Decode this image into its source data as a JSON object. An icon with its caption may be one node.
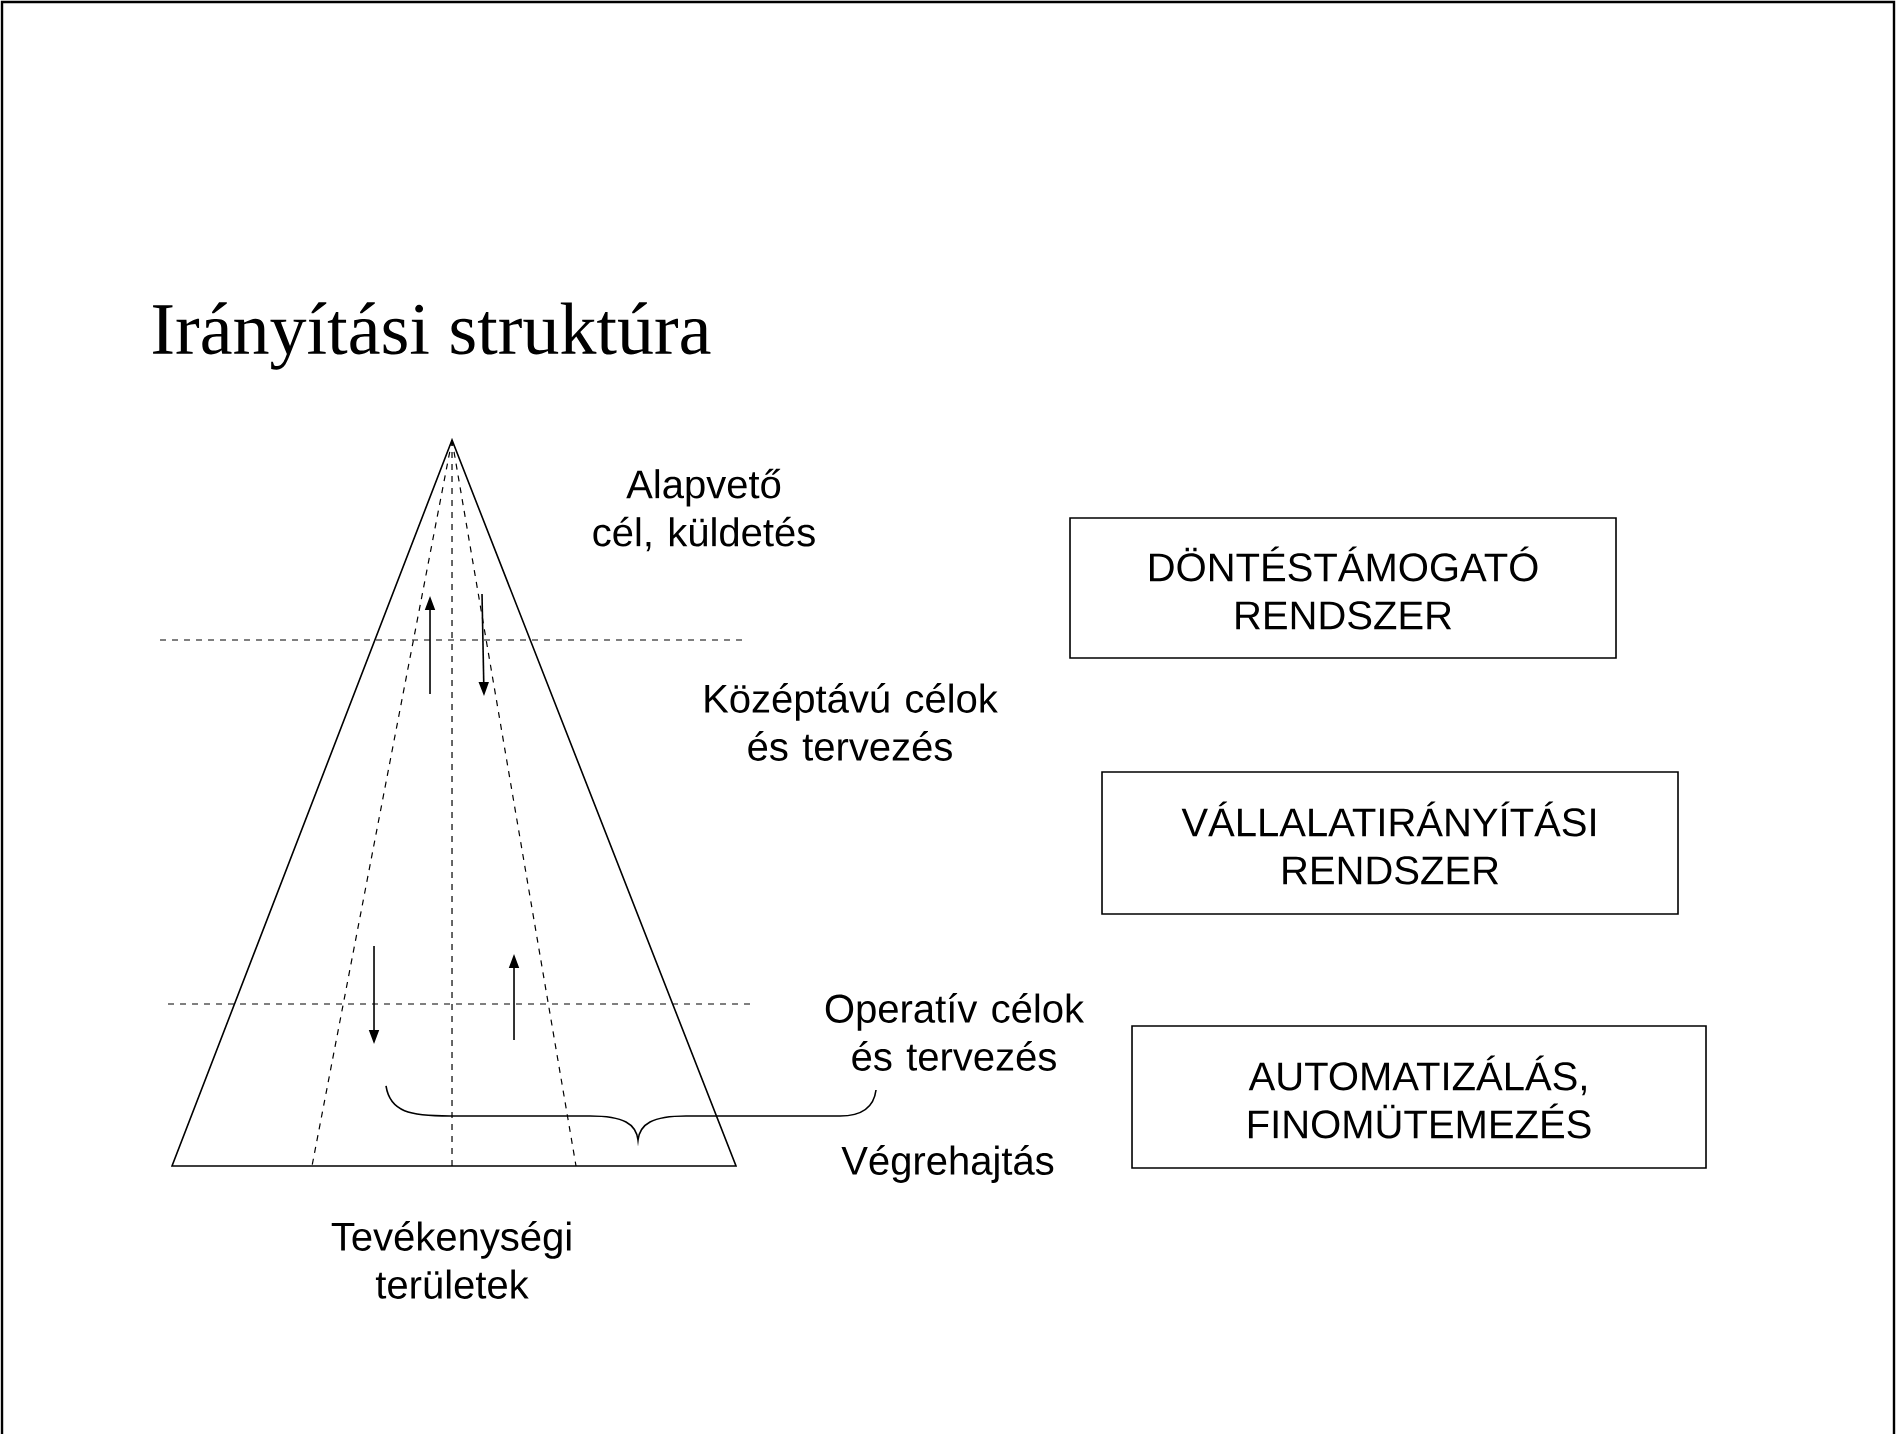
{
  "diagram": {
    "title": "Irányítási struktúra",
    "nodes": [
      {
        "text": [
          "DÖNTÉSTÁMOGATÓ RENDSZER"
        ]
      },
      {
        "text": [
          "VÁLLALATIRÁNYÍTÁSI RENDSZER"
        ]
      },
      {
        "text": [
          "AUTOMATIZÁLÁS, FINOMÜTEMEZÉS"
        ]
      }
    ],
    "labels": [
      "Alapvető cél, küldetés",
      "Középtávú célok és tervezés",
      "Operatív célok és tervezés",
      "Végrehajtás",
      "Tevékenységi területek"
    ]
  }
}
